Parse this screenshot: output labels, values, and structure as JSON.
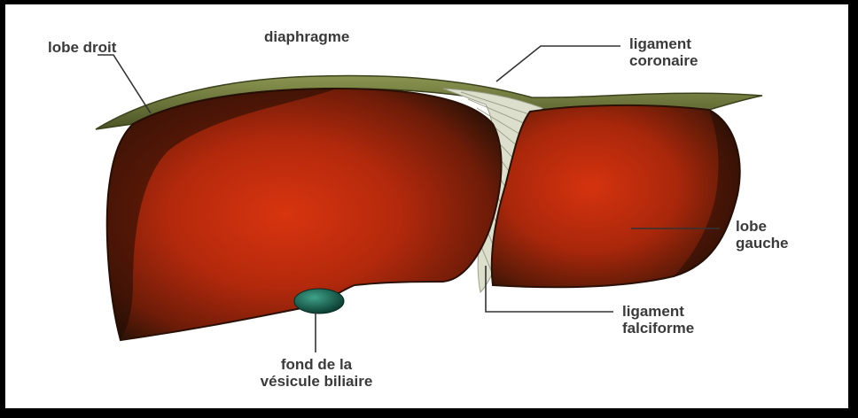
{
  "labels": {
    "lobe_droit": "lobe droit",
    "diaphragme": "diaphragme",
    "ligament_coronaire": [
      "ligament",
      "coronaire"
    ],
    "lobe_gauche": [
      "lobe",
      "gauche"
    ],
    "ligament_falciforme": [
      "ligament",
      "falciforme"
    ],
    "fond_vesicule": [
      "fond de la",
      "vésicule biliaire"
    ]
  },
  "colors": {
    "frame": "#000000",
    "liver_dark": "#3a1406",
    "liver_mid": "#7a1e0a",
    "liver_bright": "#c9300e",
    "diaphragm": "#6f7a3a",
    "ligament": "#d9dcc8",
    "gallbladder": "#0f5a4a",
    "leader_line": "#333333"
  }
}
